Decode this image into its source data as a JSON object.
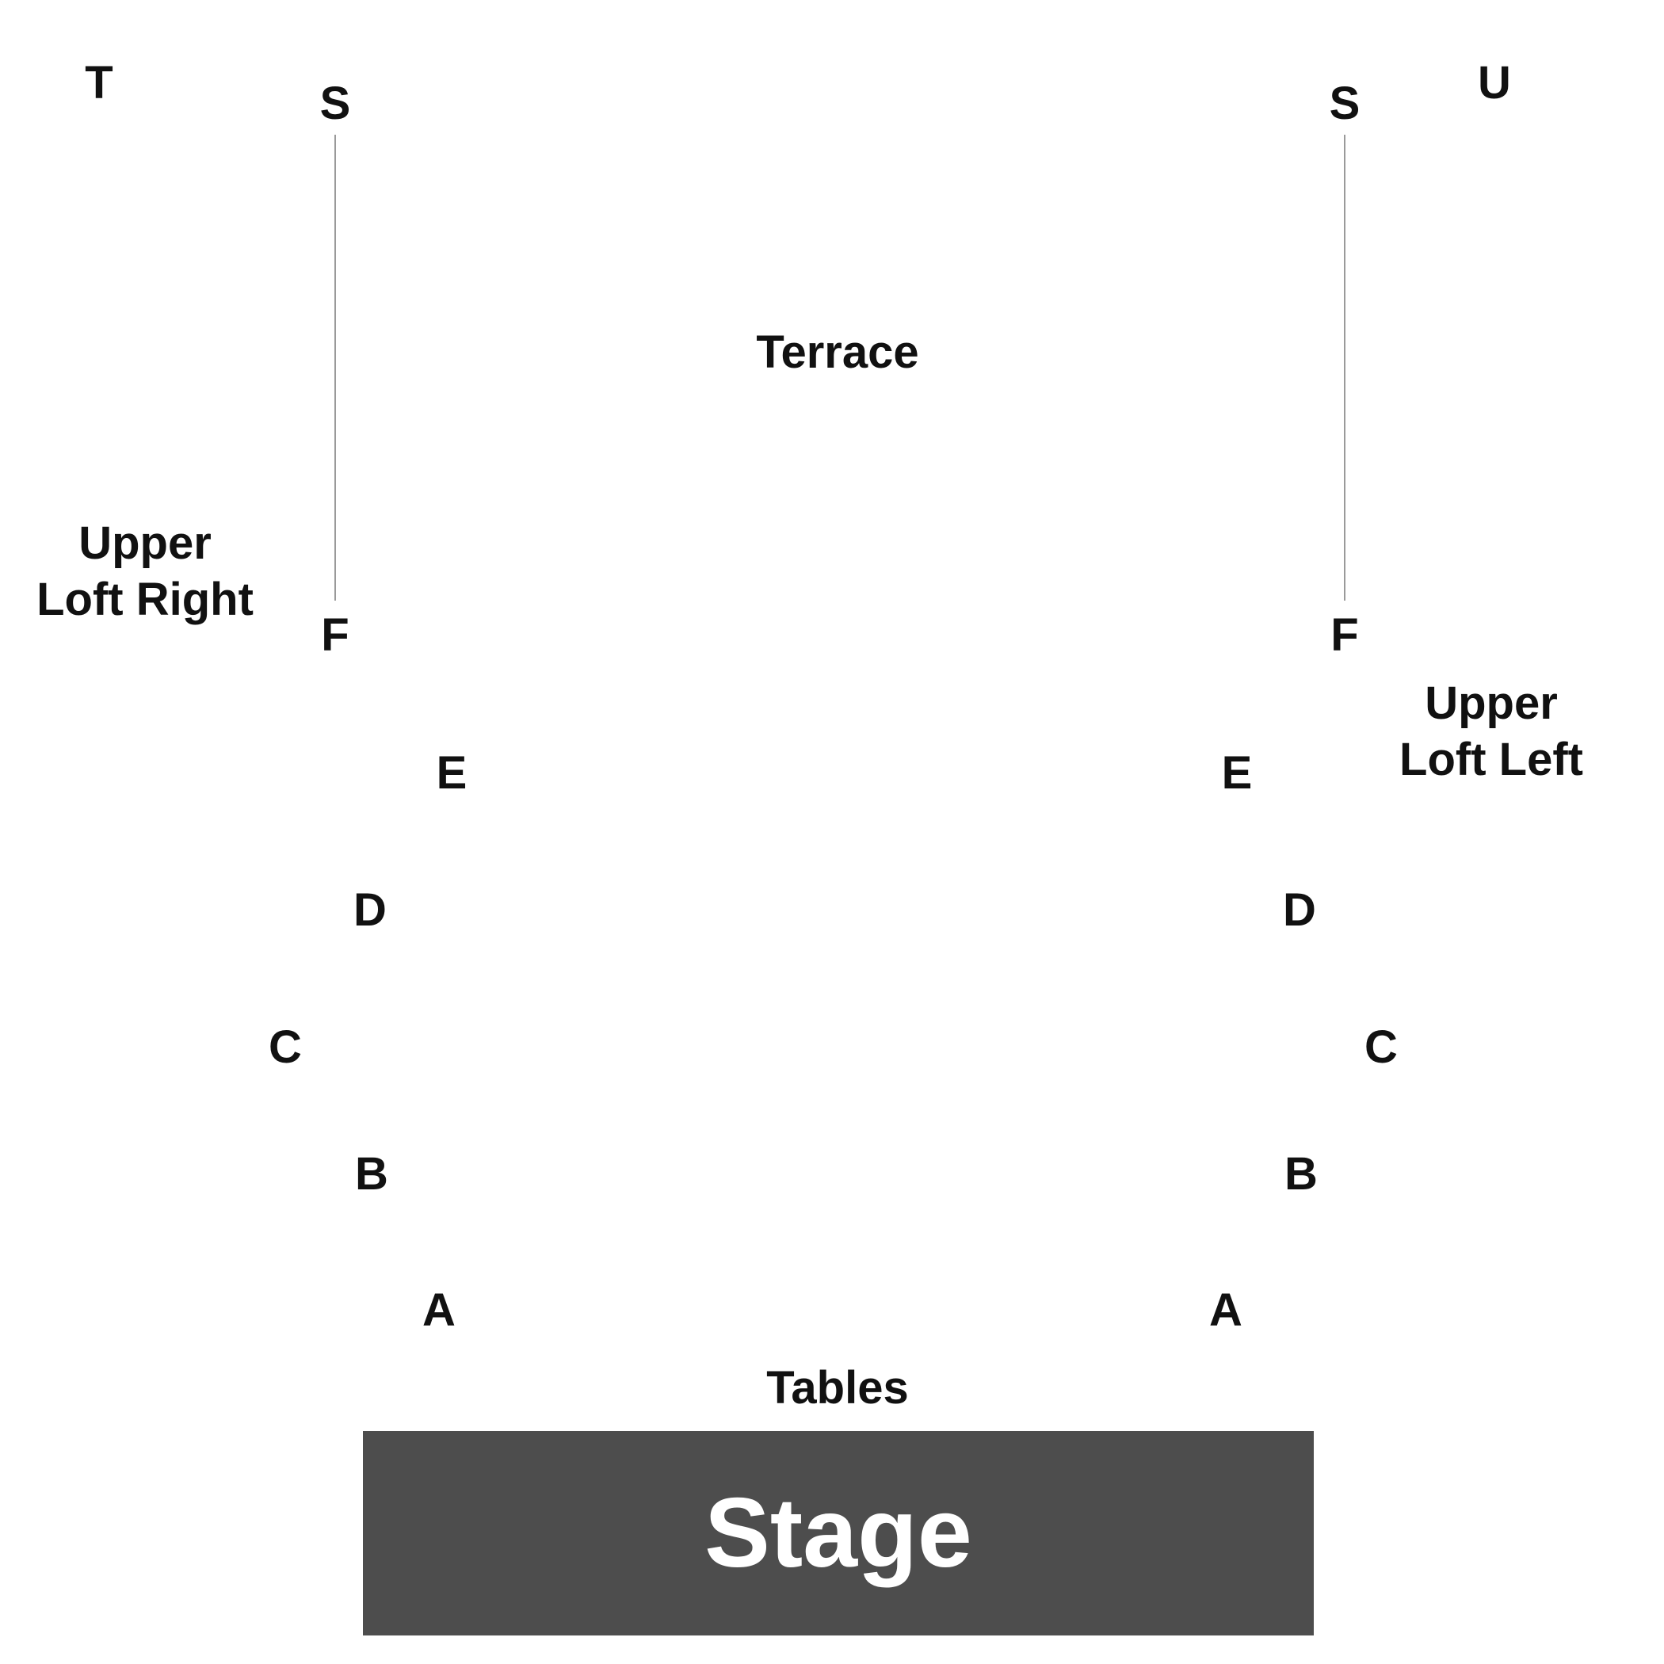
{
  "map": {
    "corner_labels": {
      "left": "T",
      "right": "U"
    },
    "terrace": {
      "label": "Terrace",
      "row_top": "S",
      "row_bottom": "F"
    },
    "upper_loft_right": {
      "line1": "Upper",
      "line2": "Loft Right"
    },
    "upper_loft_left": {
      "line1": "Upper",
      "line2": "Loft Left"
    },
    "rows_left": {
      "e": "E",
      "d": "D",
      "c": "C",
      "b": "B",
      "a": "A"
    },
    "rows_right": {
      "e": "E",
      "d": "D",
      "c": "C",
      "b": "B",
      "a": "A"
    },
    "tables": {
      "label": "Tables"
    },
    "stage": {
      "label": "Stage",
      "color": "#4d4d4d"
    }
  }
}
